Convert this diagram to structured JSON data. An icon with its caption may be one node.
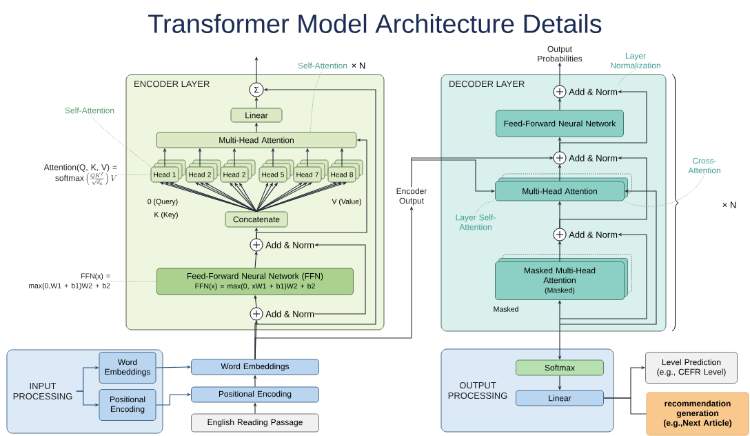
{
  "diagram": {
    "title": "Transformer Model Architecture Details",
    "nodes": [
      {
        "text": [
          "ENCODER LAYER"
        ]
      },
      {
        "text": [
          "Σ"
        ],
        "in": 0
      },
      {
        "text": [
          "Linear"
        ],
        "in": 0
      },
      {
        "text": [
          "Multi-Head Attention"
        ],
        "in": 0
      },
      {
        "text": [
          "Head 1"
        ],
        "in": 0
      },
      {
        "text": [
          "Head 2"
        ],
        "in": 0
      },
      {
        "text": [
          "Head 2"
        ],
        "in": 0
      },
      {
        "text": [
          "Head 5"
        ],
        "in": 0
      },
      {
        "text": [
          "Head 7"
        ],
        "in": 0
      },
      {
        "text": [
          "Head 8"
        ],
        "in": 0
      },
      {
        "text": [
          "Concatenate"
        ],
        "in": 0
      },
      {
        "text": [
          "Add & Norm"
        ],
        "in": 0
      },
      {
        "text": [
          "Feed-Forward Neural Network (FFN)",
          "FFN(x) = max(0, xW1 + b1)W2 + b2"
        ],
        "in": 0
      },
      {
        "text": [
          "Add & Norm"
        ],
        "in": 0
      },
      {
        "text": [],
        "shape": "box"
      },
      {
        "text": [
          "Word Embeddings"
        ],
        "in": 14
      },
      {
        "text": [
          "Positional Encoding"
        ],
        "in": 14
      },
      {
        "text": [
          "Word Embeddings"
        ]
      },
      {
        "text": [
          "Positional Encoding"
        ]
      },
      {
        "text": [
          "English Reading Passage"
        ]
      },
      {
        "text": [
          "Encoder Output"
        ]
      },
      {
        "text": [
          "DECODER LAYER"
        ]
      },
      {
        "text": [
          "Add & Norm"
        ],
        "in": 21
      },
      {
        "text": [
          "Feed-Forward Neural Network"
        ],
        "in": 21
      },
      {
        "text": [
          "Add & Norm"
        ],
        "in": 21
      },
      {
        "text": [
          "Multi-Head Attention"
        ],
        "in": 21
      },
      {
        "text": [
          "Add & Norm"
        ],
        "in": 21
      },
      {
        "text": [
          "Masked Multi-Head Attention",
          "(Masked)"
        ],
        "in": 21
      },
      {
        "text": [
          "Output Probabilities"
        ]
      },
      {
        "text": [
          "OUTPUT PROCESSING"
        ]
      },
      {
        "text": [
          "Softmax"
        ],
        "in": 29
      },
      {
        "text": [
          "Linear"
        ],
        "in": 29
      },
      {
        "text": [
          "Level Prediction (e.g., CEFR Level)"
        ]
      },
      {
        "text": [
          "recommendation generation (e.g.,Next Article)"
        ]
      },
      {
        "text": [
          "Self-Attention"
        ]
      },
      {
        "text": [
          "Self-Attention"
        ]
      },
      {
        "text": [
          "Attention(Q, K, V) =",
          "\\mathrm{softmax}\\left(\\frac{QK^{T}}{\\sqrt{d_k}}\\right)V"
        ]
      },
      {
        "text": [
          "FFN(x) =",
          "max(0,W1 + b1)W2 + b2"
        ]
      },
      {
        "text": [
          "Layer Normalization"
        ]
      },
      {
        "text": [
          "Cross-Attention"
        ]
      },
      {
        "text": [
          "Layer Self-Attention"
        ],
        "in": 21
      },
      {
        "text": [
          "INPUT PROCESSING"
        ],
        "in": 14
      }
    ],
    "edges": [
      {
        "from": 41,
        "to": 15,
        "arrow": "to",
        "color": "#1e4f7a"
      },
      {
        "from": 41,
        "to": 16,
        "arrow": "to",
        "color": "#1e4f7a"
      },
      {
        "from": 15,
        "to": 17,
        "arrow": "to",
        "color": "#1e4f7a"
      },
      {
        "from": 16,
        "to": 18,
        "arrow": "to",
        "color": "#1e4f7a"
      },
      {
        "from": 19,
        "to": 18,
        "arrow": "to"
      },
      {
        "from": 18,
        "to": 17,
        "arrow": "to"
      },
      {
        "from": 17,
        "to": 13,
        "arrow": "to"
      },
      {
        "from": 13,
        "to": 12,
        "arrow": "to"
      },
      {
        "from": 12,
        "to": 11,
        "arrow": "to"
      },
      {
        "from": 11,
        "to": 10,
        "arrow": "to"
      },
      {
        "from": 10,
        "to": 4,
        "arrow": "to"
      },
      {
        "from": 10,
        "to": 5,
        "arrow": "to"
      },
      {
        "from": 10,
        "to": 6,
        "arrow": "to"
      },
      {
        "from": 10,
        "to": 7,
        "arrow": "to"
      },
      {
        "from": 10,
        "to": 8,
        "arrow": "to"
      },
      {
        "from": 10,
        "to": 9,
        "arrow": "to"
      },
      {
        "from": 4,
        "to": 3,
        "arrow": "to"
      },
      {
        "from": 5,
        "to": 3,
        "arrow": "to"
      },
      {
        "from": 6,
        "to": 3,
        "arrow": "to"
      },
      {
        "from": 7,
        "to": 3,
        "arrow": "to"
      },
      {
        "from": 8,
        "to": 3,
        "arrow": "to"
      },
      {
        "from": 9,
        "to": 3,
        "arrow": "to"
      },
      {
        "from": 3,
        "to": 2,
        "arrow": "to"
      },
      {
        "from": 2,
        "to": 1,
        "arrow": "to"
      },
      {
        "from": 1,
        "to": null,
        "arrow": "to"
      },
      {
        "from": 13,
        "to": 11,
        "arrow": "to"
      },
      {
        "from": 11,
        "to": 3,
        "arrow": "to"
      },
      {
        "from": 17,
        "to": 1,
        "arrow": "to"
      },
      {
        "from": 17,
        "to": 20,
        "arrow": "to"
      },
      {
        "from": 20,
        "to": 24,
        "arrow": "to"
      },
      {
        "from": 20,
        "to": 25,
        "arrow": "to"
      },
      {
        "from": 21,
        "to": 27,
        "arrow": "to"
      },
      {
        "from": 27,
        "to": 26,
        "arrow": "to"
      },
      {
        "from": 26,
        "to": 25,
        "arrow": "to"
      },
      {
        "from": 25,
        "to": 24,
        "arrow": "to"
      },
      {
        "from": 24,
        "to": 23,
        "arrow": "to"
      },
      {
        "from": 23,
        "to": 22,
        "arrow": "to"
      },
      {
        "from": 22,
        "to": 28,
        "arrow": "to"
      },
      {
        "from": null,
        "to": 26,
        "arrow": "to"
      },
      {
        "from": null,
        "to": 25,
        "arrow": "to"
      },
      {
        "from": 26,
        "to": 24,
        "arrow": "to"
      },
      {
        "from": 24,
        "to": 22,
        "arrow": "to"
      },
      {
        "from": 21,
        "to": 30,
        "arrow": "to"
      },
      {
        "from": 30,
        "to": 31,
        "arrow": "to"
      },
      {
        "from": 31,
        "to": 32,
        "arrow": "to"
      },
      {
        "from": 31,
        "to": 33,
        "arrow": "none"
      },
      {
        "from": 34,
        "to": 4,
        "arrow": "none",
        "style": "dashed",
        "color": "#8fb39a"
      },
      {
        "from": 35,
        "to": 3,
        "arrow": "none",
        "style": "dashed",
        "color": "#8fb39a"
      },
      {
        "from": 36,
        "to": 4,
        "arrow": "none",
        "style": "dashed",
        "color": "#8fb39a"
      },
      {
        "from": 37,
        "to": 12,
        "arrow": "none",
        "style": "dashed",
        "color": "#8fb39a"
      },
      {
        "from": 38,
        "to": 22,
        "arrow": "none",
        "style": "dashed",
        "color": "#8fb39a"
      },
      {
        "from": 39,
        "to": 25,
        "arrow": "none",
        "style": "dashed",
        "color": "#8fb39a"
      },
      {
        "from": 40,
        "to": 25,
        "arrow": "none",
        "style": "dashed",
        "color": "#8fb39a"
      }
    ],
    "labels": [
      "× N",
      "0 (Query)",
      "V (Value)",
      "K (Key)",
      "× N",
      "Masked"
    ]
  }
}
